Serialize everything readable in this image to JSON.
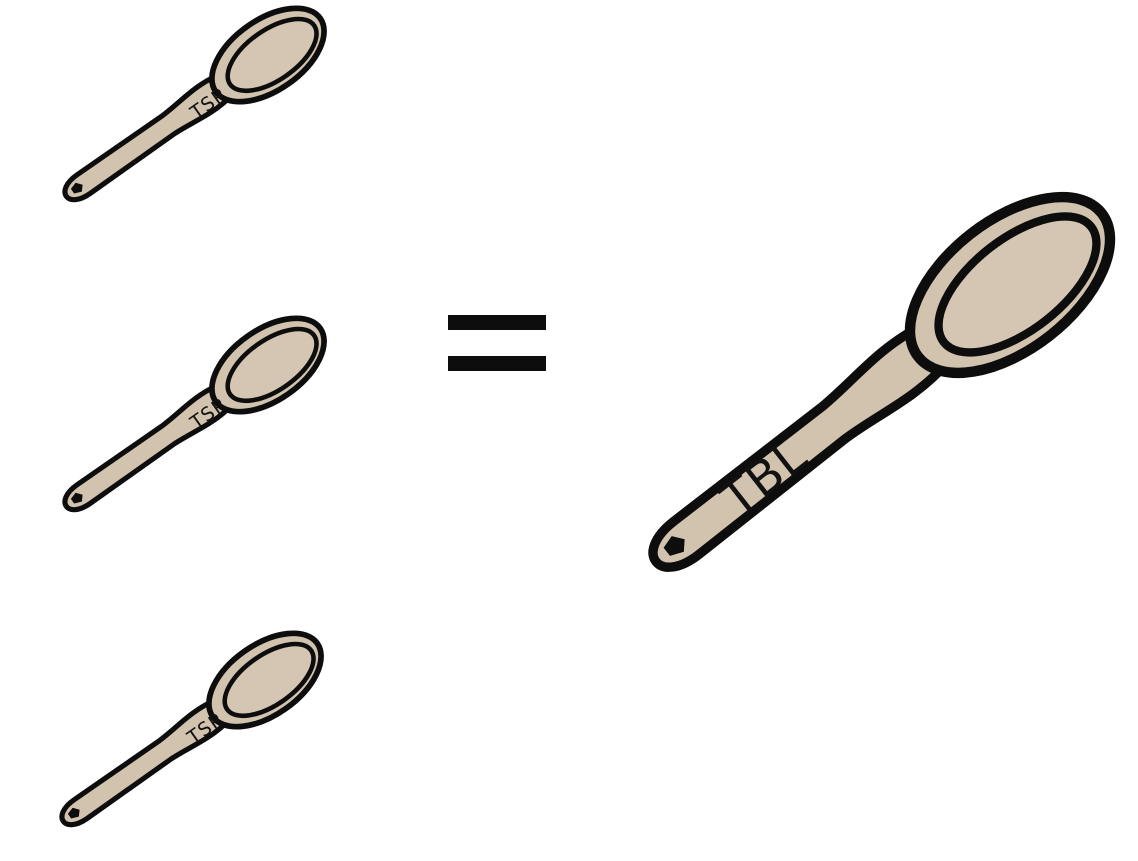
{
  "spoons": {
    "small_label": "TSP",
    "large_label": "TBL",
    "small_count": 3
  },
  "equals_sign": "=",
  "colors": {
    "spoon_fill": "#d2c3ae",
    "outline": "#0d0d0d",
    "background": "#ffffff"
  }
}
